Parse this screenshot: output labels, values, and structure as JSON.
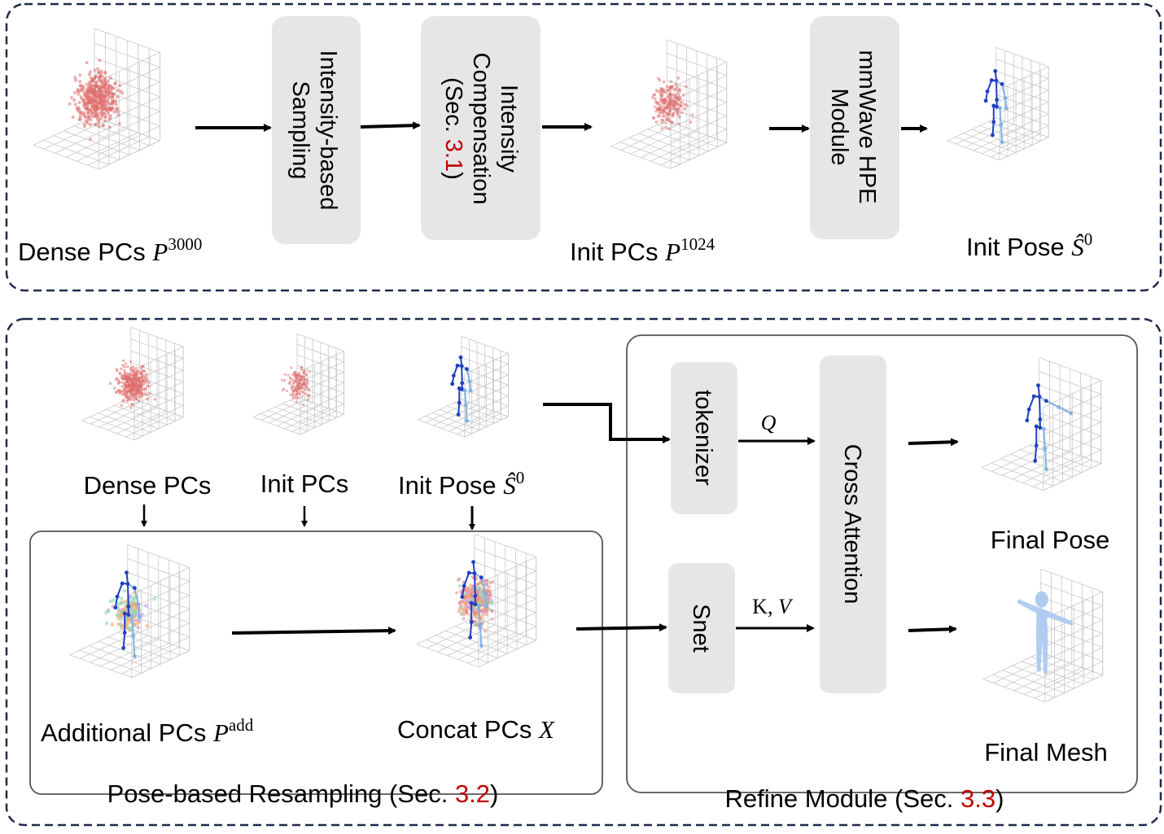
{
  "top": {
    "dense_pcs": {
      "text": "Dense PCs ",
      "sym": "P",
      "sup": "3000"
    },
    "box_sampling": {
      "line1": "Intensity-based",
      "line2": "Sampling"
    },
    "box_compensation": {
      "line1": "Intensity",
      "line2": "Compensation",
      "line3_pre": "(Sec. ",
      "line3_ref": "3.1",
      "line3_post": ")"
    },
    "init_pcs": {
      "text": "Init PCs ",
      "sym": "P",
      "sup": "1024"
    },
    "box_hpe": {
      "line1": "mmWave HPE",
      "line2": "Module"
    },
    "init_pose": {
      "text": "Init Pose ",
      "sym": "Ŝ",
      "sup": "0"
    }
  },
  "bottom": {
    "dense_pcs": "Dense PCs",
    "init_pcs": "Init PCs",
    "init_pose": {
      "text": "Init Pose ",
      "sym": "Ŝ",
      "sup": "0"
    },
    "additional_pcs": {
      "text": "Additional PCs ",
      "sym": "P",
      "sup": "add"
    },
    "concat_pcs": {
      "text": "Concat PCs ",
      "sym": "X"
    },
    "resampling_caption": {
      "pre": "Pose-based Resampling (Sec. ",
      "ref": "3.2",
      "post": ")"
    },
    "tokenizer": "tokenizer",
    "snet": "Snet",
    "cross_attention": "Cross Attention",
    "q_label": "Q",
    "kv_label": {
      "k": "K",
      "sep": ", ",
      "v": "V"
    },
    "final_pose": "Final Pose",
    "final_mesh": "Final Mesh",
    "refine_caption": {
      "pre": "Refine Module (Sec. ",
      "ref": "3.3",
      "post": ")"
    }
  },
  "colors": {
    "frame": "#1f2a4a",
    "box_fill": "#e6e6e6",
    "point_red": "#e07070",
    "skeleton_dark": "#1f3fbf",
    "skeleton_light": "#7fb3e0",
    "mesh": "#a8c8f0",
    "ref_red": "#c00000"
  }
}
